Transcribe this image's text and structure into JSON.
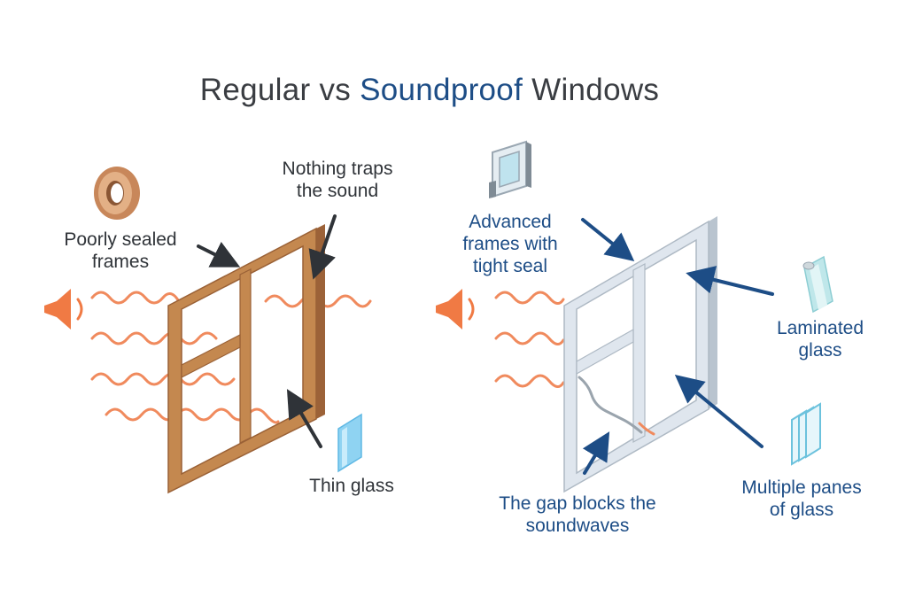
{
  "title": {
    "part1": "Regular vs",
    "part2": "Soundproof",
    "part3": "Windows"
  },
  "regular": {
    "poorly_sealed": [
      "Poorly sealed",
      "frames"
    ],
    "nothing_traps": [
      "Nothing traps",
      "the sound"
    ],
    "thin_glass": "Thin glass"
  },
  "soundproof": {
    "advanced_frames": [
      "Advanced",
      "frames with",
      "tight seal"
    ],
    "laminated": [
      "Laminated",
      "glass"
    ],
    "gap_blocks": [
      "The gap blocks the",
      "soundwaves"
    ],
    "multiple_panes": [
      "Multiple panes",
      "of glass"
    ]
  },
  "colors": {
    "wood": "#b87a4b",
    "wave": "#f08a5d",
    "accent_blue": "#1d4d86",
    "text": "#2f3338",
    "steel": "#d5dde6"
  },
  "icons": [
    "tape-roll-icon",
    "speaker-icon",
    "glass-pane-icon",
    "window-frame-corner-icon",
    "laminated-roll-icon",
    "multi-pane-icon"
  ]
}
